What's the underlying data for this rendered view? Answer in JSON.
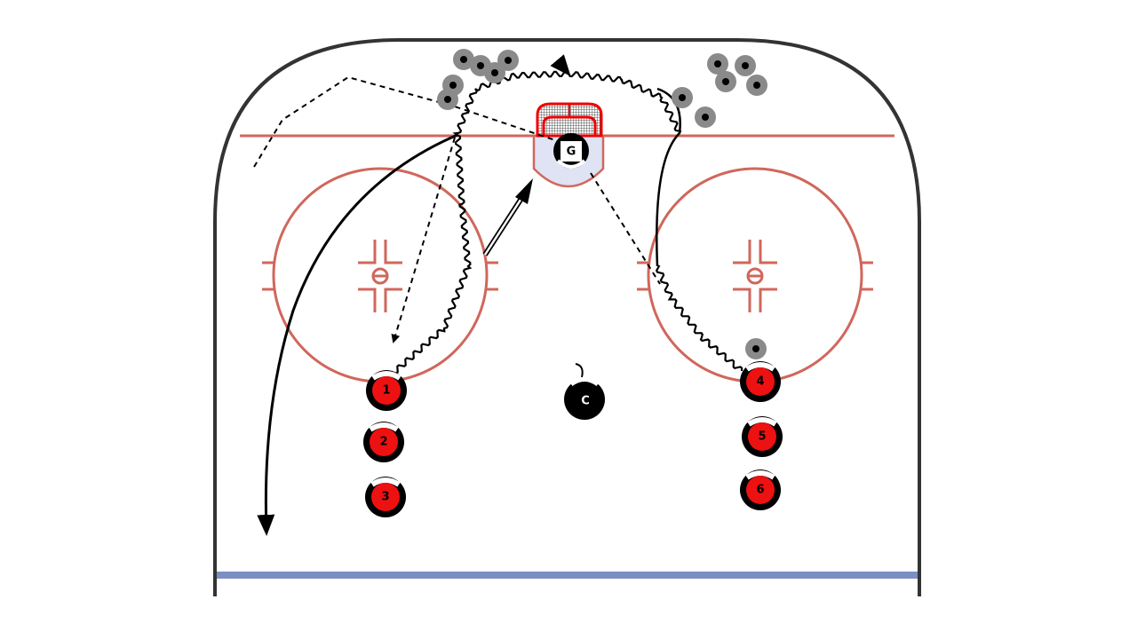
{
  "diagram": {
    "type": "hockey-drill",
    "goalie_label": "G",
    "coach_label": "C",
    "players": [
      {
        "label": "1"
      },
      {
        "label": "2"
      },
      {
        "label": "3"
      },
      {
        "label": "4"
      },
      {
        "label": "5"
      },
      {
        "label": "6"
      }
    ],
    "colors": {
      "rink_line": "#d0675c",
      "blue_line": "#7b8fc3",
      "player_fill": "#ee1111",
      "crease": "#dfe3f3",
      "puck": "#8a8a8a"
    }
  }
}
